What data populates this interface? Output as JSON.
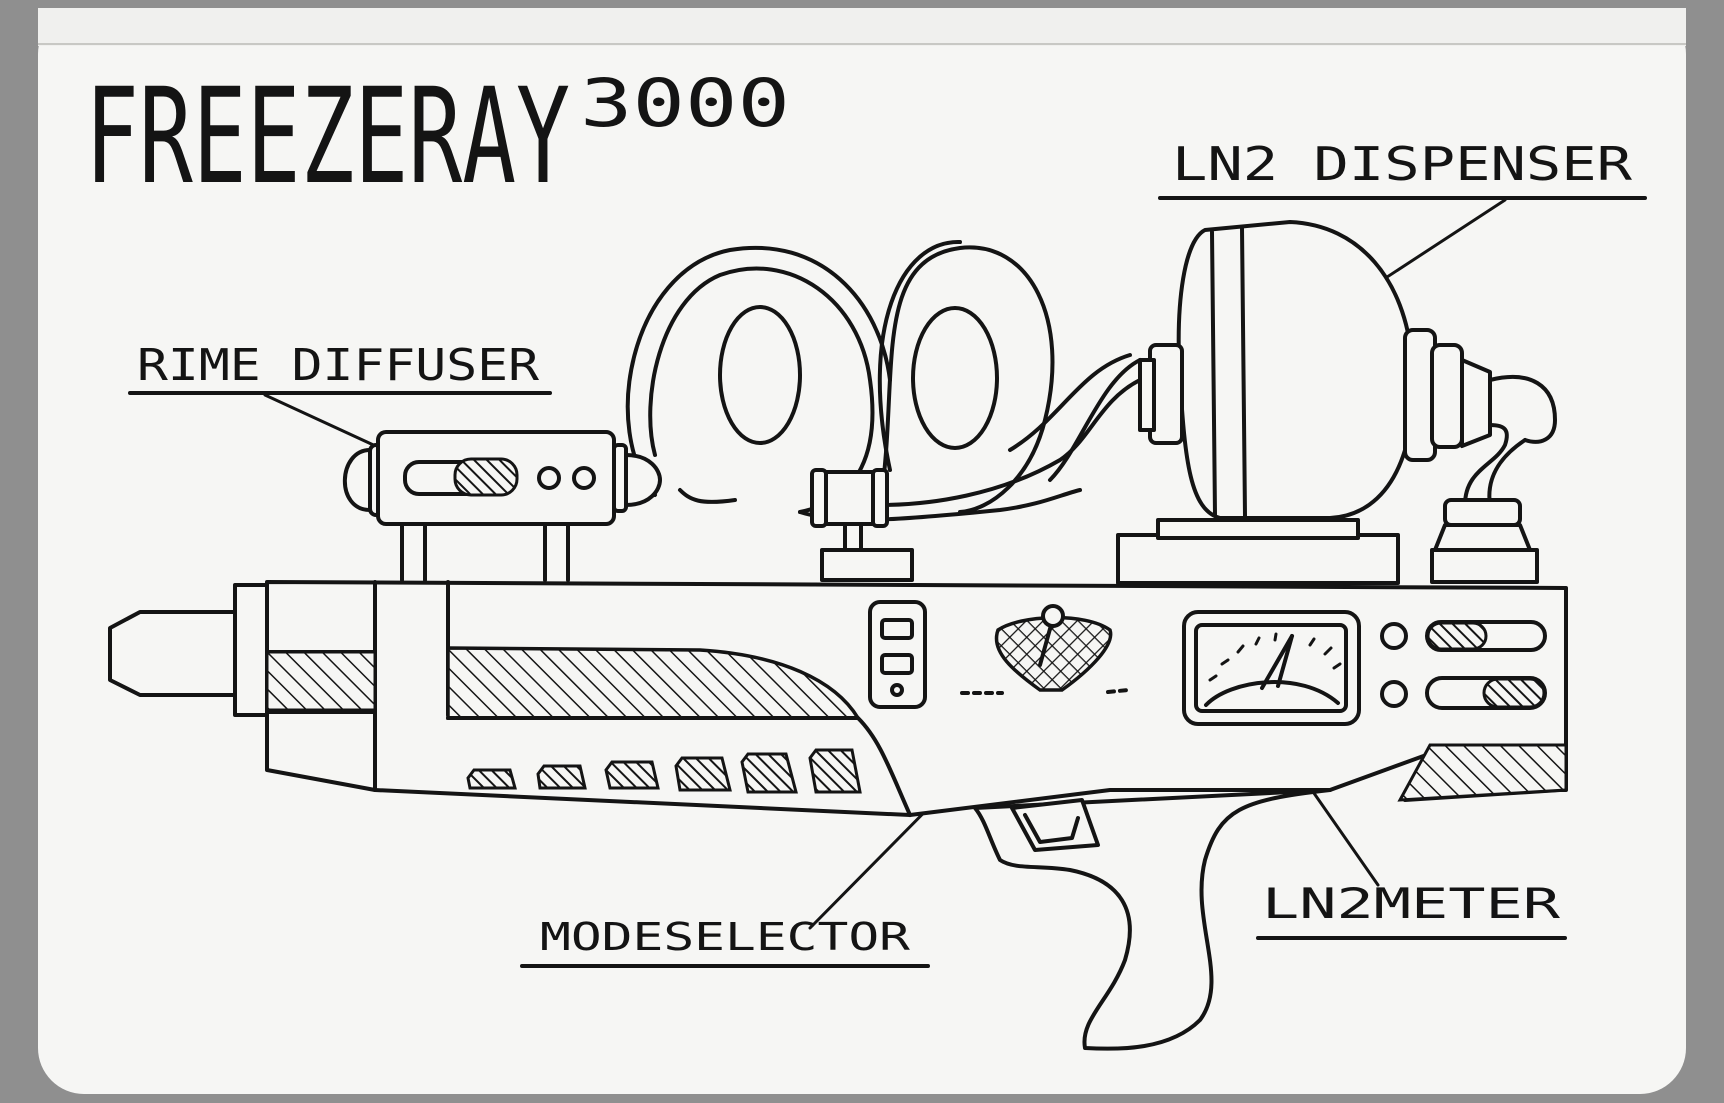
{
  "title": {
    "main": "FREEZERAY",
    "superscript": "3000"
  },
  "labels": {
    "dispenser": "LN2 DISPENSER",
    "diffuser": "RIME DIFFUSER",
    "mode_selector": "MODESELECTOR",
    "meter": "LN2METER"
  },
  "colors": {
    "ink": "#141414",
    "paper": "#f6f6f4",
    "background": "#8f8f8f"
  }
}
